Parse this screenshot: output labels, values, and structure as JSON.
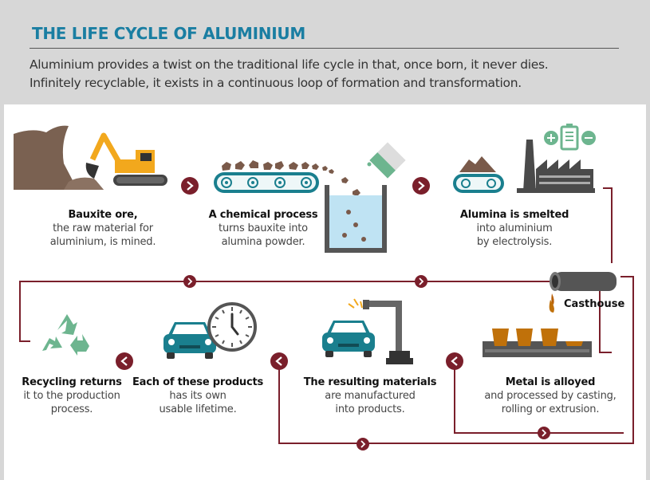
{
  "header": {
    "title": "THE LIFE CYCLE OF ALUMINIUM",
    "intro_line1": "Aluminium provides a twist on the traditional life cycle in that, once born, it never dies.",
    "intro_line2": "Infinitely recyclable, it exists in a continuous loop of formation and transformation."
  },
  "steps": [
    {
      "heading": "Bauxite ore,",
      "line1": "the raw material for",
      "line2": "aluminium, is mined.",
      "icon": "excavator-icon"
    },
    {
      "heading": "A chemical process",
      "line1": "turns bauxite into",
      "line2": "alumina powder.",
      "icon": "conveyor-tank-icon"
    },
    {
      "heading": "Alumina is smelted",
      "line1": "into aluminium",
      "line2": "by electrolysis.",
      "icon": "smelter-factory-icon"
    },
    {
      "heading": "Metal is alloyed",
      "line1": "and processed by casting,",
      "line2": "rolling or extrusion.",
      "icon": "casting-molds-icon"
    },
    {
      "heading": "The resulting materials",
      "line1": "are manufactured",
      "line2": "into products.",
      "icon": "robot-arm-car-icon"
    },
    {
      "heading": "Each of these products",
      "line1": "has its own",
      "line2": "usable lifetime.",
      "icon": "car-clock-icon"
    },
    {
      "heading": "Recycling returns",
      "line1": "it to the production",
      "line2": "process.",
      "icon": "recycle-icon"
    }
  ],
  "labels": {
    "casthouse": "Casthouse"
  },
  "colors": {
    "title": "#1a7ea2",
    "accent": "#7a1f2b",
    "teal": "#1a7f8e",
    "orange": "#f2a81d",
    "earth": "#7a6151",
    "green": "#6db58f"
  }
}
